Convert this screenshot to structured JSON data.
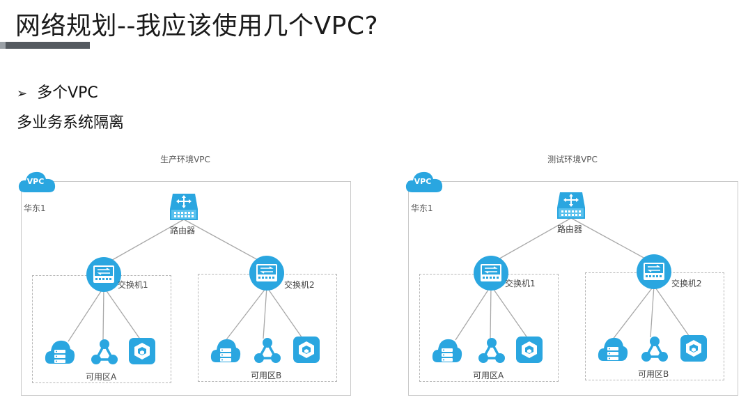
{
  "page": {
    "title": "网络规划--我应该使用几个VPC?",
    "bullet": "多个VPC",
    "subtitle": "多业务系统隔离"
  },
  "colors": {
    "accent": "#2aa6e0",
    "title_bar": "#555a60"
  },
  "diagrams": [
    {
      "vpc_name": "生产环境VPC",
      "cloud_label": "VPC",
      "region": "华东1",
      "router": "路由器",
      "switches": [
        "交换机1",
        "交换机2"
      ],
      "zones": [
        "可用区A",
        "可用区B"
      ],
      "resources": [
        "database-icon",
        "network-node-icon",
        "container-icon"
      ]
    },
    {
      "vpc_name": "测试环境VPC",
      "cloud_label": "VPC",
      "region": "华东1",
      "router": "路由器",
      "switches": [
        "交换机1",
        "交换机2"
      ],
      "zones": [
        "可用区A",
        "可用区B"
      ],
      "resources": [
        "database-icon",
        "network-node-icon",
        "container-icon"
      ]
    }
  ]
}
